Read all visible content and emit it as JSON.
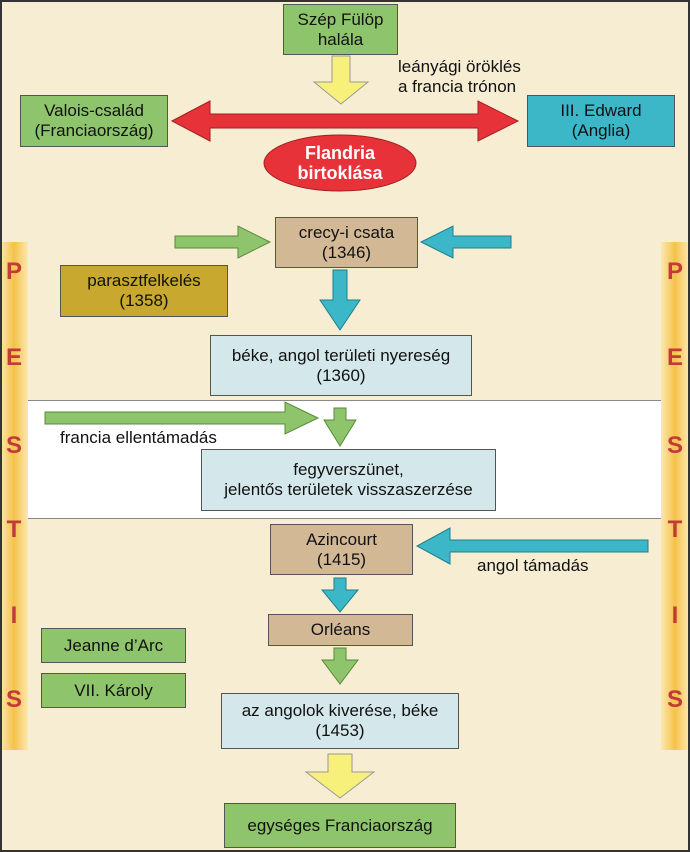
{
  "nodes": {
    "philip_death": [
      "Szép Fülöp",
      "halála"
    ],
    "valois": [
      "Valois-család",
      "(Franciaország)"
    ],
    "edward": [
      "III. Edward",
      "(Anglia)"
    ],
    "flanders": [
      "Flandria",
      "birtoklása"
    ],
    "crecy": [
      "crecy-i csata",
      "(1346)"
    ],
    "peasant_revolt": [
      "parasztfelkelés",
      "(1358)"
    ],
    "peace_1360": [
      "béke, angol területi nyereség",
      "(1360)"
    ],
    "truce": [
      "fegyverszünet,",
      "jelentős területek visszaszerzése"
    ],
    "azincourt": [
      "Azincourt",
      "(1415)"
    ],
    "orleans": [
      "Orléans"
    ],
    "jeanne": [
      "Jeanne d’Arc"
    ],
    "charles": [
      "VII. Károly"
    ],
    "expulsion": [
      "az angolok kiverése, béke",
      "(1453)"
    ],
    "unified": [
      "egységes Franciaország"
    ]
  },
  "labels": {
    "inheritance": [
      "leányági öröklés",
      "a francia trónon"
    ],
    "counterattack": "francia ellentámadás",
    "english_attack": "angol támadás"
  },
  "side_letters": [
    "P",
    "E",
    "S",
    "T",
    "I",
    "S"
  ],
  "colors": {
    "green": "#8ec46b",
    "tan": "#d3b896",
    "light_blue": "#d4e8ec",
    "cyan": "#3bb7c8",
    "olive": "#c8a82e",
    "red": "#e8323a",
    "yellow_arrow": "#f7f07a",
    "letter": "#c23a3a"
  }
}
